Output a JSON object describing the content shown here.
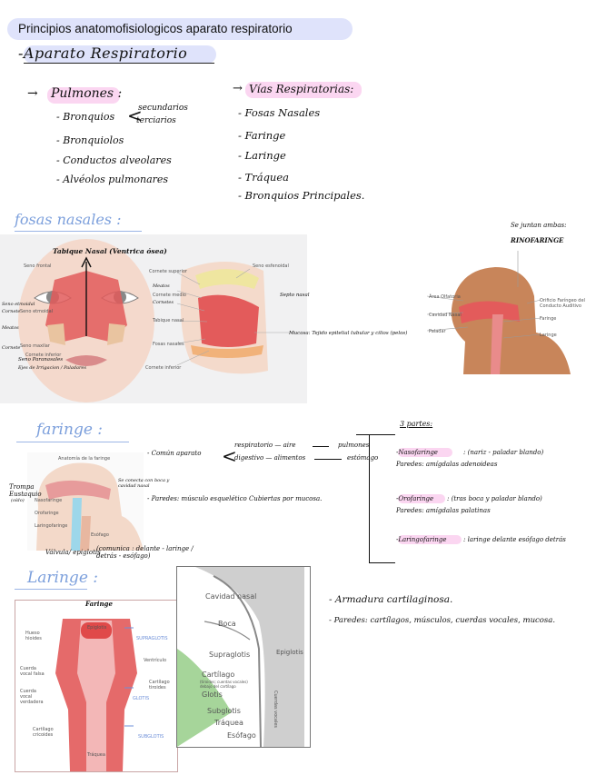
{
  "header": {
    "title": "Principios anatomofisiologicos aparato respiratorio"
  },
  "section1": {
    "heading": "-Aparato Respiratorio",
    "pulmones": {
      "label": "Pulmones :",
      "items": [
        "- Bronquios",
        "- Bronquiolos",
        "- Conductos alveolares",
        "- Alvéolos pulmonares"
      ],
      "bronquios_sub": [
        "secundarios",
        "terciarios"
      ]
    },
    "vias": {
      "label": "Vías Respiratorias:",
      "items": [
        "- Fosas Nasales",
        "- Faringe",
        "- Laringe",
        "- Tráquea",
        "- Bronquios Principales."
      ]
    }
  },
  "fosas": {
    "heading": "fosas nasales :",
    "tabique": "Tabique Nasal (Ventrica ósea)",
    "mucosa": "Mucosa: Tejido epitelial tubular y cilios (pelos)",
    "septo": "Septo nasal",
    "se_juntan": "Se juntan ambas:",
    "rinofaringe": "RINOFARINGE",
    "left_labels": [
      "Seno frontal",
      "Cornete superior",
      "Cornete medio",
      "Seno etmoidal",
      "Seno maxilar",
      "Cornete inferior"
    ],
    "left_notes": [
      "Seno etmoidal",
      "Cornete",
      "Meatos",
      "Cornete",
      "Seno Paranasales",
      "Ejes de Irrigacion / Paladares"
    ],
    "mid_labels": [
      "Cornete superior",
      "Cornete medio",
      "Tabique nasal",
      "Fosas nasales",
      "Cornete inferior",
      "Seno esfenoidal"
    ],
    "mid_notes": [
      "Meatos",
      "Cornetes"
    ],
    "right_labels": [
      "Área Olfatoria",
      "Cavidad Nasal",
      "Paladar",
      "Orificio Faríngeo del Conducto Auditivo",
      "Faringe",
      "Laringe"
    ]
  },
  "faringe": {
    "heading": "faringe :",
    "image_title": "Anatomía de la faringe",
    "tiny_labels": [
      "Nasofaringe",
      "Orofaringe",
      "Laringofaringe",
      "Esófago"
    ],
    "left_notes": [
      "Trompa Eustaquio",
      "(oído)"
    ],
    "comun": "- Común aparato",
    "respiratorio": "respiratorio — aire",
    "digestivo": "digestivo — alimentos",
    "pulmones": "pulmones",
    "estomago": "estómago",
    "se_conecta": "Se conecta con boca y cavidad nasal",
    "paredes": "- Paredes: músculo esquelético Cubiertas por mucosa.",
    "bottom_left": "Válvula/ epiglotis",
    "bottom_right": "(comunica : delante - laringe / detrás - esófago)",
    "tres_partes": "3 partes:",
    "parts": [
      {
        "name": "-Nasofaringe",
        "desc": ": (nariz - paladar blando)",
        "sub": "Paredes: amígdalas adenoideas"
      },
      {
        "name": "-Orofaringe",
        "desc": ": (tras boca y paladar blando)",
        "sub": "Paredes: amígdalas palatinas"
      },
      {
        "name": "-Laringofaringe",
        "desc": ": laringe delante esófago detrás",
        "sub": ""
      }
    ]
  },
  "laringe": {
    "heading": "Laringe :",
    "faringe_label": "Faringe",
    "left_labels": [
      "Hueso hioides",
      "Cuerda vocal falsa",
      "Cuerda vocal verdadera",
      "Cartílago cricoides"
    ],
    "right_labels": [
      "SUPRAGLOTIS",
      "Ventrículo",
      "Cartílago tiroides",
      "GLOTIS",
      "SUBGLOTIS"
    ],
    "tiny_labels": [
      "Epiglotis",
      "Tráquea"
    ],
    "xray_labels": [
      "Cavidad nasal",
      "Boca",
      "Supraglotis",
      "Epiglotis",
      "Cartílago",
      "Glotis",
      "Subglotis",
      "Tráquea",
      "Esófago",
      "Cuerdas vocales"
    ],
    "xray_tiny": [
      "(tiroides; cuerdas vocales)",
      "debajo del cartílago"
    ],
    "armadura": "- Armadura cartilaginosa.",
    "paredes": "- Paredes: cartílagos, músculos, cuerdas vocales, mucosa."
  }
}
